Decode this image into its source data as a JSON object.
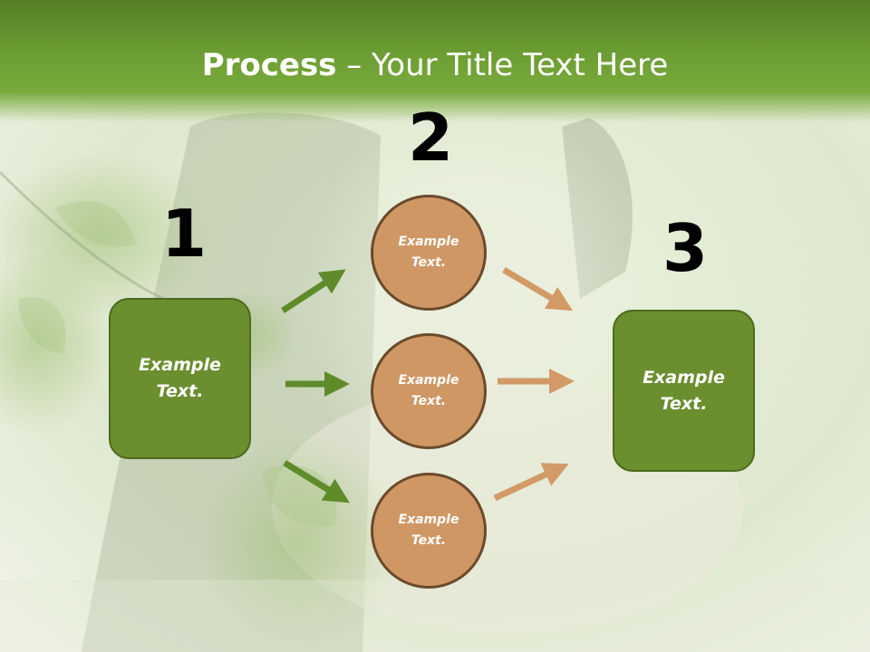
{
  "title": {
    "bold": "Process",
    "rest": " – Your Title Text Here"
  },
  "steps": [
    {
      "number": "1",
      "label": "Example\nText."
    },
    {
      "number": "2",
      "items": [
        {
          "label": "Example\nText."
        },
        {
          "label": "Example\nText."
        },
        {
          "label": "Example\nText."
        }
      ]
    },
    {
      "number": "3",
      "label": "Example\nText."
    }
  ],
  "colors": {
    "header_green": "#6d9e33",
    "box_green": "#6b8e2f",
    "circle_tan": "#cf9763",
    "arrow_green": "#5f8b2b",
    "arrow_tan": "#d29a66"
  }
}
